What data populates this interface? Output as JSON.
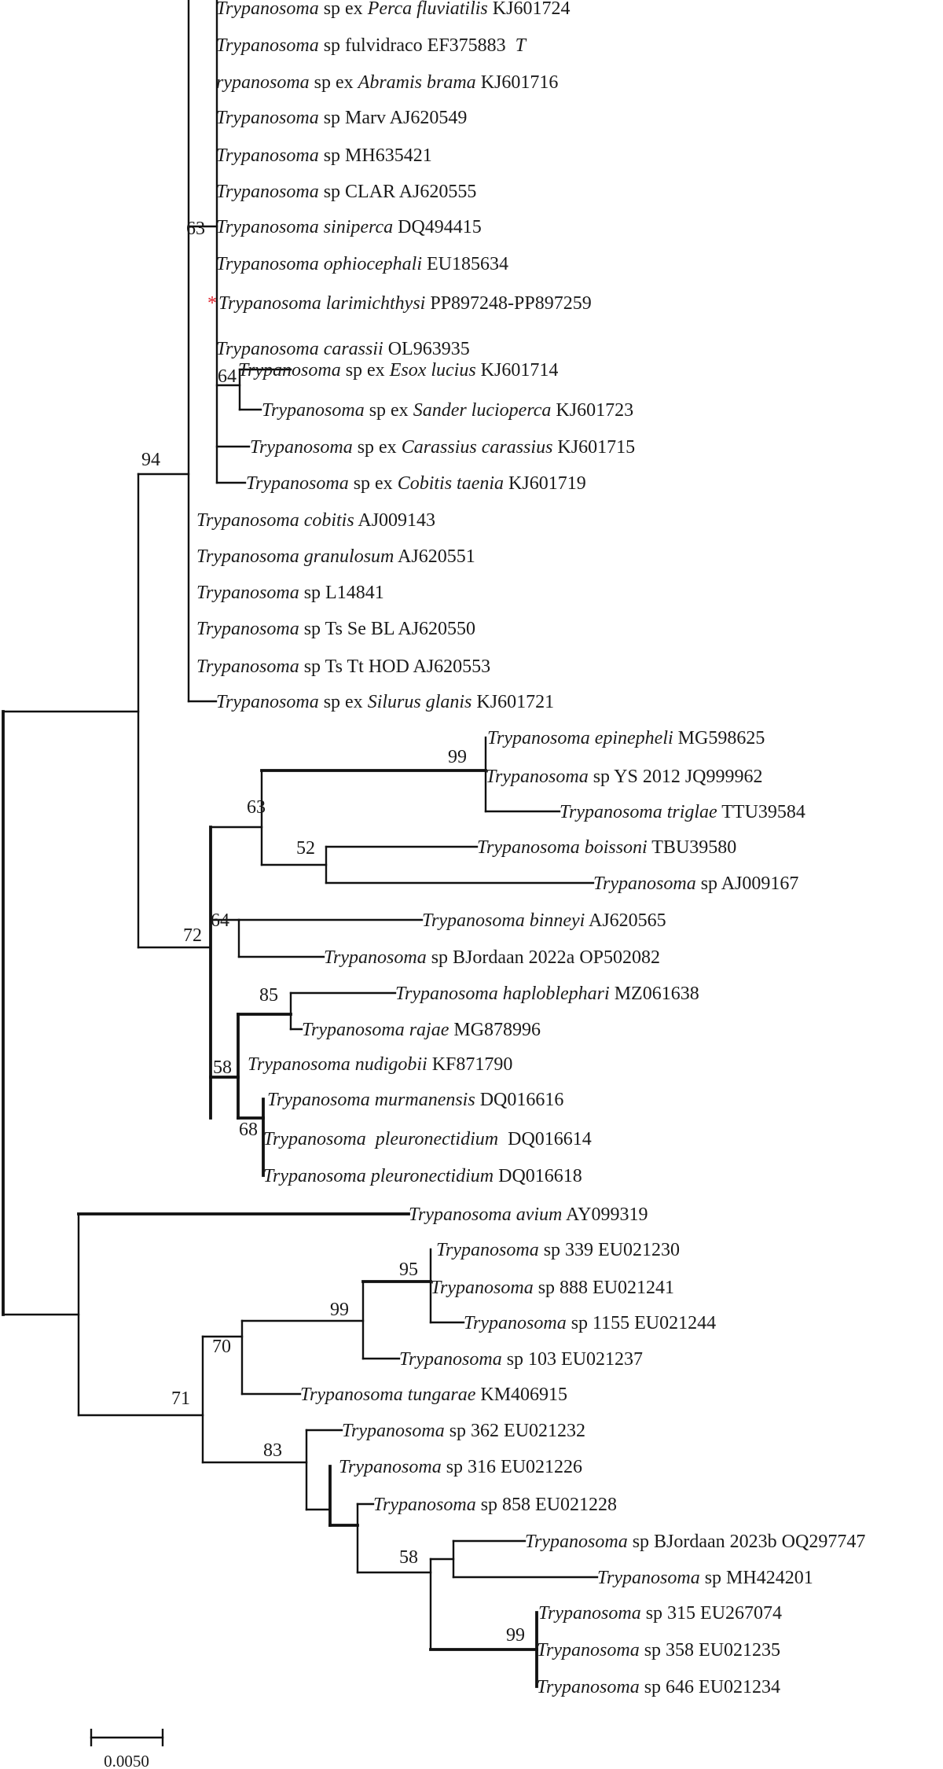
{
  "figure": {
    "scale_bar_label": "0.0050",
    "marker_color": "#e0202a"
  },
  "taxa": [
    {
      "id": "t1",
      "parts": [
        {
          "t": "Trypanosoma",
          "i": true
        },
        {
          "t": " sp ex "
        },
        {
          "t": "Perca fluviatilis",
          "i": true
        },
        {
          "t": " KJ601724"
        }
      ]
    },
    {
      "id": "t2",
      "parts": [
        {
          "t": "Trypanosoma",
          "i": true
        },
        {
          "t": " sp fulvidraco EF375883  "
        },
        {
          "t": "T",
          "i": true
        }
      ]
    },
    {
      "id": "t3",
      "parts": [
        {
          "t": "rypanosoma",
          "i": true
        },
        {
          "t": " sp ex "
        },
        {
          "t": "Abramis brama",
          "i": true
        },
        {
          "t": " KJ601716"
        }
      ]
    },
    {
      "id": "t4",
      "parts": [
        {
          "t": "Trypanosoma",
          "i": true
        },
        {
          "t": " sp Marv AJ620549"
        }
      ]
    },
    {
      "id": "t5",
      "parts": [
        {
          "t": "Trypanosoma",
          "i": true
        },
        {
          "t": " sp MH635421"
        }
      ]
    },
    {
      "id": "t6",
      "parts": [
        {
          "t": "Trypanosoma",
          "i": true
        },
        {
          "t": " sp CLAR AJ620555"
        }
      ]
    },
    {
      "id": "t7",
      "parts": [
        {
          "t": "Trypanosoma siniperca",
          "i": true
        },
        {
          "t": " DQ494415"
        }
      ]
    },
    {
      "id": "t8",
      "parts": [
        {
          "t": "Trypanosoma ophiocephali",
          "i": true
        },
        {
          "t": " EU185634"
        }
      ]
    },
    {
      "id": "t9",
      "marker": "*",
      "parts": [
        {
          "t": "Trypanosoma larimichthysi",
          "i": true
        },
        {
          "t": " PP897248-PP897259"
        }
      ]
    },
    {
      "id": "t10",
      "parts": [
        {
          "t": "Trypanosoma carassii",
          "i": true
        },
        {
          "t": " OL963935"
        }
      ]
    },
    {
      "id": "t11",
      "parts": [
        {
          "t": "Trypanosoma",
          "i": true
        },
        {
          "t": " sp ex "
        },
        {
          "t": "Esox lucius",
          "i": true
        },
        {
          "t": " KJ601714"
        }
      ]
    },
    {
      "id": "t12",
      "parts": [
        {
          "t": "Trypanosoma",
          "i": true
        },
        {
          "t": " sp ex "
        },
        {
          "t": "Sander lucioperca",
          "i": true
        },
        {
          "t": " KJ601723"
        }
      ]
    },
    {
      "id": "t13",
      "parts": [
        {
          "t": "Trypanosoma",
          "i": true
        },
        {
          "t": " sp ex "
        },
        {
          "t": "Carassius carassius",
          "i": true
        },
        {
          "t": " KJ601715"
        }
      ]
    },
    {
      "id": "t14",
      "parts": [
        {
          "t": "Trypanosoma",
          "i": true
        },
        {
          "t": " sp ex "
        },
        {
          "t": "Cobitis taenia",
          "i": true
        },
        {
          "t": " KJ601719"
        }
      ]
    },
    {
      "id": "t15",
      "parts": [
        {
          "t": "Trypanosoma cobitis",
          "i": true
        },
        {
          "t": " AJ009143"
        }
      ]
    },
    {
      "id": "t16",
      "parts": [
        {
          "t": "Trypanosoma granulosum",
          "i": true
        },
        {
          "t": " AJ620551"
        }
      ]
    },
    {
      "id": "t17",
      "parts": [
        {
          "t": "Trypanosoma",
          "i": true
        },
        {
          "t": " sp L14841"
        }
      ]
    },
    {
      "id": "t18",
      "parts": [
        {
          "t": "Trypanosoma",
          "i": true
        },
        {
          "t": " sp Ts Se BL AJ620550"
        }
      ]
    },
    {
      "id": "t19",
      "parts": [
        {
          "t": "Trypanosoma",
          "i": true
        },
        {
          "t": " sp Ts Tt HOD AJ620553"
        }
      ]
    },
    {
      "id": "t20",
      "parts": [
        {
          "t": "Trypanosoma",
          "i": true
        },
        {
          "t": " sp ex "
        },
        {
          "t": "Silurus glanis",
          "i": true
        },
        {
          "t": " KJ601721"
        }
      ]
    },
    {
      "id": "t21",
      "parts": [
        {
          "t": "Trypanosoma epinepheli",
          "i": true
        },
        {
          "t": " MG598625"
        }
      ]
    },
    {
      "id": "t22",
      "parts": [
        {
          "t": "Trypanosoma",
          "i": true
        },
        {
          "t": " sp YS 2012 JQ999962"
        }
      ]
    },
    {
      "id": "t23",
      "parts": [
        {
          "t": "Trypanosoma triglae",
          "i": true
        },
        {
          "t": " TTU39584"
        }
      ]
    },
    {
      "id": "t24",
      "parts": [
        {
          "t": "Trypanosoma boissoni",
          "i": true
        },
        {
          "t": " TBU39580"
        }
      ]
    },
    {
      "id": "t25",
      "parts": [
        {
          "t": "Trypanosoma",
          "i": true
        },
        {
          "t": " sp AJ009167"
        }
      ]
    },
    {
      "id": "t26",
      "parts": [
        {
          "t": "Trypanosoma binneyi",
          "i": true
        },
        {
          "t": " AJ620565"
        }
      ]
    },
    {
      "id": "t27",
      "parts": [
        {
          "t": "Trypanosoma",
          "i": true
        },
        {
          "t": " sp BJordaan 2022a OP502082"
        }
      ]
    },
    {
      "id": "t28",
      "parts": [
        {
          "t": "Trypanosoma haploblephari",
          "i": true
        },
        {
          "t": " MZ061638"
        }
      ]
    },
    {
      "id": "t29",
      "parts": [
        {
          "t": "Trypanosoma rajae",
          "i": true
        },
        {
          "t": " MG878996"
        }
      ]
    },
    {
      "id": "t30",
      "parts": [
        {
          "t": "Trypanosoma nudigobii",
          "i": true
        },
        {
          "t": " KF871790"
        }
      ]
    },
    {
      "id": "t31",
      "parts": [
        {
          "t": "Trypanosoma murmanensis",
          "i": true
        },
        {
          "t": " DQ016616"
        }
      ]
    },
    {
      "id": "t32",
      "parts": [
        {
          "t": "Trypanosoma  pleuronectidium",
          "i": true
        },
        {
          "t": "  DQ016614"
        }
      ]
    },
    {
      "id": "t33",
      "parts": [
        {
          "t": "Trypanosoma pleuronectidium",
          "i": true
        },
        {
          "t": " DQ016618"
        }
      ]
    },
    {
      "id": "t34",
      "parts": [
        {
          "t": "Trypanosoma avium",
          "i": true
        },
        {
          "t": " AY099319"
        }
      ]
    },
    {
      "id": "t35",
      "parts": [
        {
          "t": "Trypanosoma",
          "i": true
        },
        {
          "t": " sp 339 EU021230"
        }
      ]
    },
    {
      "id": "t36",
      "parts": [
        {
          "t": "Trypanosoma",
          "i": true
        },
        {
          "t": " sp 888 EU021241"
        }
      ]
    },
    {
      "id": "t37",
      "parts": [
        {
          "t": "Trypanosoma",
          "i": true
        },
        {
          "t": " sp 1155 EU021244"
        }
      ]
    },
    {
      "id": "t38",
      "parts": [
        {
          "t": "Trypanosoma",
          "i": true
        },
        {
          "t": " sp 103 EU021237"
        }
      ]
    },
    {
      "id": "t39",
      "parts": [
        {
          "t": "Trypanosoma tungarae",
          "i": true
        },
        {
          "t": " KM406915"
        }
      ]
    },
    {
      "id": "t40",
      "parts": [
        {
          "t": "Trypanosoma",
          "i": true
        },
        {
          "t": " sp 362 EU021232"
        }
      ]
    },
    {
      "id": "t41",
      "parts": [
        {
          "t": "Trypanosoma",
          "i": true
        },
        {
          "t": " sp 316 EU021226"
        }
      ]
    },
    {
      "id": "t42",
      "parts": [
        {
          "t": "Trypanosoma",
          "i": true
        },
        {
          "t": " sp 858 EU021228"
        }
      ]
    },
    {
      "id": "t43",
      "parts": [
        {
          "t": "Trypanosoma",
          "i": true
        },
        {
          "t": " sp BJordaan 2023b OQ297747"
        }
      ]
    },
    {
      "id": "t44",
      "parts": [
        {
          "t": "Trypanosoma",
          "i": true
        },
        {
          "t": " sp MH424201"
        }
      ]
    },
    {
      "id": "t45",
      "parts": [
        {
          "t": "Trypanosoma",
          "i": true
        },
        {
          "t": " sp 315 EU267074"
        }
      ]
    },
    {
      "id": "t46",
      "parts": [
        {
          "t": "Trypanosoma",
          "i": true
        },
        {
          "t": " sp 358 EU021235"
        }
      ]
    },
    {
      "id": "t47",
      "parts": [
        {
          "t": "Trypanosoma",
          "i": true
        },
        {
          "t": " sp 646 EU021234"
        }
      ]
    }
  ],
  "bootstrap": [
    {
      "id": "b63a",
      "value": "63"
    },
    {
      "id": "b64a",
      "value": "64"
    },
    {
      "id": "b94",
      "value": "94"
    },
    {
      "id": "b99a",
      "value": "99"
    },
    {
      "id": "b63b",
      "value": "63"
    },
    {
      "id": "b52",
      "value": "52"
    },
    {
      "id": "b72",
      "value": "72"
    },
    {
      "id": "b64b",
      "value": "64"
    },
    {
      "id": "b85",
      "value": "85"
    },
    {
      "id": "b58a",
      "value": "58"
    },
    {
      "id": "b68",
      "value": "68"
    },
    {
      "id": "b95",
      "value": "95"
    },
    {
      "id": "b99b",
      "value": "99"
    },
    {
      "id": "b70",
      "value": "70"
    },
    {
      "id": "b71",
      "value": "71"
    },
    {
      "id": "b83",
      "value": "83"
    },
    {
      "id": "b58b",
      "value": "58"
    },
    {
      "id": "b99c",
      "value": "99"
    }
  ]
}
